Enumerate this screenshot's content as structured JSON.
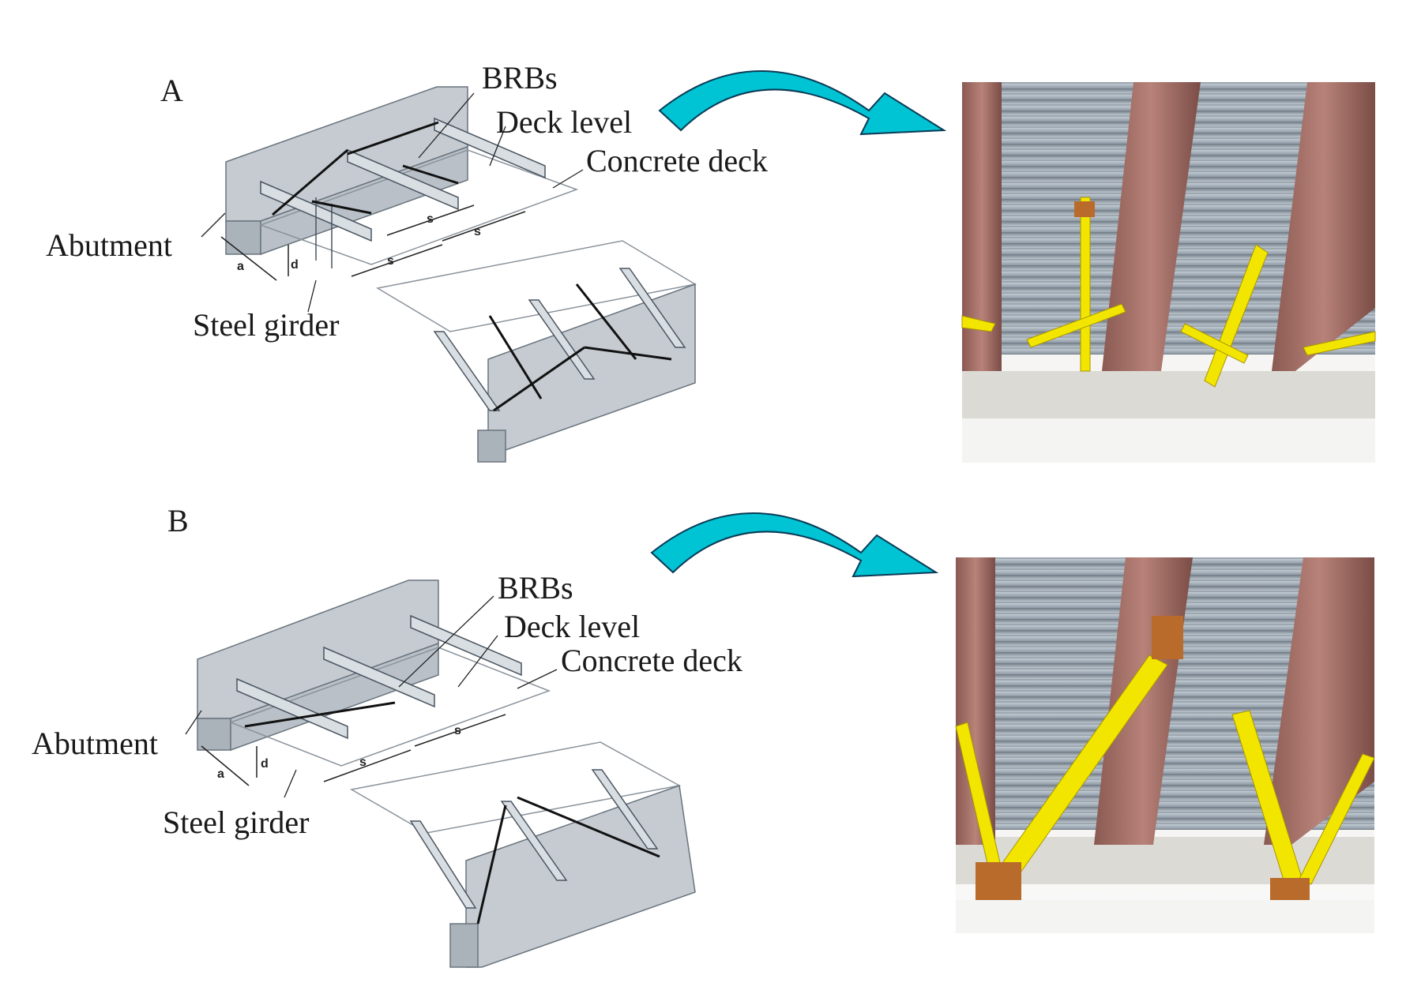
{
  "panels": [
    {
      "letter": "A",
      "labels": {
        "brbs": "BRBs",
        "deck_level": "Deck level",
        "concrete_deck": "Concrete deck",
        "abutment": "Abutment",
        "steel_girder": "Steel girder"
      },
      "dims": {
        "a": "a",
        "d": "d",
        "s1": "s",
        "s2": "s",
        "s3": "s"
      },
      "photo_icon": "bridge-underside-render-icon"
    },
    {
      "letter": "B",
      "labels": {
        "brbs": "BRBs",
        "deck_level": "Deck level",
        "concrete_deck": "Concrete deck",
        "abutment": "Abutment",
        "steel_girder": "Steel girder"
      },
      "dims": {
        "a": "a",
        "d": "d",
        "s1": "s",
        "s2": "s"
      },
      "photo_icon": "bridge-underside-render-icon"
    }
  ],
  "colors": {
    "arrow": "#00c3d4",
    "arrow_stroke": "#0a3b55",
    "brace": "#f2e600",
    "girder": "#a87268",
    "concrete": "#b8bcc2",
    "brace_plate": "#b86b2a"
  }
}
